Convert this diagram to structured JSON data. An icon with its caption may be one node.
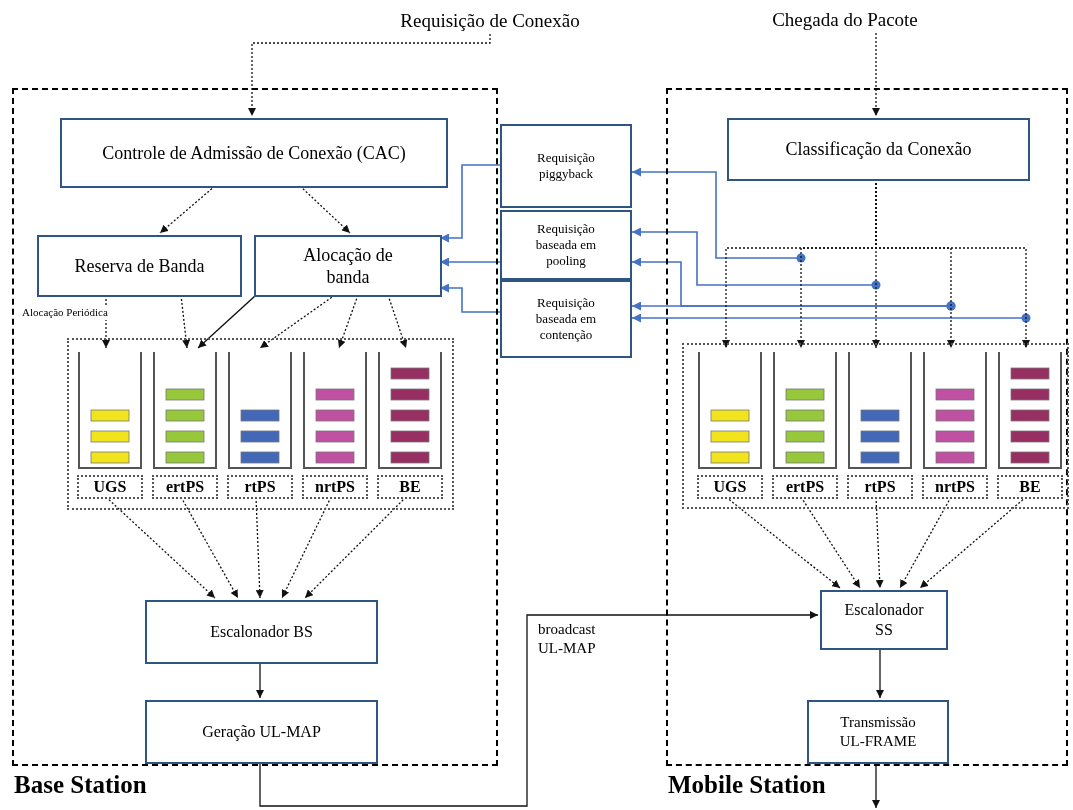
{
  "diagram": {
    "nodes": [
      {
        "text": [
          "Base Station"
        ]
      },
      {
        "text": [
          "Mobile Station"
        ]
      },
      {
        "text": [
          "Requisição de Conexão"
        ]
      },
      {
        "text": [
          "Chegada do Pacote"
        ]
      },
      {
        "text": [
          "Controle de Admissão de Conexão (CAC)"
        ],
        "in": 0
      },
      {
        "text": [
          "Reserva de Banda"
        ],
        "in": 0
      },
      {
        "text": [
          "Alocação de banda"
        ],
        "in": 0
      },
      {
        "text": [],
        "shape": "box",
        "in": 0
      },
      {
        "text": [
          "UGS"
        ],
        "in": 7
      },
      {
        "text": [
          "ertPS"
        ],
        "in": 7
      },
      {
        "text": [
          "rtPS"
        ],
        "in": 7
      },
      {
        "text": [
          "nrtPS"
        ],
        "in": 7
      },
      {
        "text": [
          "BE"
        ],
        "in": 7
      },
      {
        "text": [
          "Escalonador BS"
        ],
        "in": 0
      },
      {
        "text": [
          "Geração UL-MAP"
        ],
        "in": 0
      },
      {
        "text": [
          "Requisição piggyback"
        ]
      },
      {
        "text": [
          "Requisição baseada em pooling"
        ]
      },
      {
        "text": [
          "Requisição baseada em contenção"
        ]
      },
      {
        "text": [
          "Classificação da Conexão"
        ],
        "in": 1
      },
      {
        "text": [],
        "shape": "box",
        "in": 1
      },
      {
        "text": [
          "UGS"
        ],
        "in": 19
      },
      {
        "text": [
          "ertPS"
        ],
        "in": 19
      },
      {
        "text": [
          "rtPS"
        ],
        "in": 19
      },
      {
        "text": [
          "nrtPS"
        ],
        "in": 19
      },
      {
        "text": [
          "BE"
        ],
        "in": 19
      },
      {
        "text": [
          "Escalonador SS"
        ],
        "in": 1
      },
      {
        "text": [
          "Transmissão UL-FRAME"
        ],
        "in": 1
      }
    ],
    "edges": [
      {
        "from": 2,
        "to": 4,
        "arrow": "to",
        "style": "dashed"
      },
      {
        "from": 3,
        "to": 18,
        "arrow": "to",
        "style": "dashed"
      },
      {
        "from": 4,
        "to": 5,
        "arrow": "to",
        "style": "dashed"
      },
      {
        "from": 4,
        "to": 6,
        "arrow": "to",
        "style": "dashed"
      },
      {
        "from": 5,
        "to": 8,
        "arrow": "to",
        "style": "dashed",
        "label": "Alocação Periódica"
      },
      {
        "from": 5,
        "to": 9,
        "arrow": "to",
        "style": "dashed"
      },
      {
        "from": 6,
        "to": 9,
        "arrow": "to"
      },
      {
        "from": 6,
        "to": 10,
        "arrow": "to",
        "style": "dashed"
      },
      {
        "from": 6,
        "to": 11,
        "arrow": "to",
        "style": "dashed"
      },
      {
        "from": 6,
        "to": 12,
        "arrow": "to",
        "style": "dashed"
      },
      {
        "from": 8,
        "to": 13,
        "arrow": "to",
        "style": "dashed"
      },
      {
        "from": 9,
        "to": 13,
        "arrow": "to",
        "style": "dashed"
      },
      {
        "from": 10,
        "to": 13,
        "arrow": "to",
        "style": "dashed"
      },
      {
        "from": 11,
        "to": 13,
        "arrow": "to",
        "style": "dashed"
      },
      {
        "from": 12,
        "to": 13,
        "arrow": "to",
        "style": "dashed"
      },
      {
        "from": 13,
        "to": 14,
        "arrow": "to"
      },
      {
        "from": 14,
        "to": 25,
        "arrow": "to",
        "label": "broadcast UL-MAP"
      },
      {
        "from": 15,
        "to": 6,
        "arrow": "to",
        "color": "#4472c4"
      },
      {
        "from": 16,
        "to": 6,
        "arrow": "to",
        "color": "#4472c4"
      },
      {
        "from": 17,
        "to": 6,
        "arrow": "to",
        "color": "#4472c4"
      },
      {
        "from": null,
        "to": 15,
        "arrow": "to",
        "color": "#4472c4"
      },
      {
        "from": null,
        "to": 16,
        "arrow": "to",
        "color": "#4472c4"
      },
      {
        "from": null,
        "to": 16,
        "arrow": "to",
        "color": "#4472c4"
      },
      {
        "from": null,
        "to": 17,
        "arrow": "to",
        "color": "#4472c4"
      },
      {
        "from": null,
        "to": 17,
        "arrow": "to",
        "color": "#4472c4"
      },
      {
        "from": 18,
        "to": 20,
        "arrow": "to",
        "style": "dashed"
      },
      {
        "from": 18,
        "to": 21,
        "arrow": "to",
        "style": "dashed"
      },
      {
        "from": 18,
        "to": 22,
        "arrow": "to",
        "style": "dashed"
      },
      {
        "from": 18,
        "to": 23,
        "arrow": "to",
        "style": "dashed"
      },
      {
        "from": 18,
        "to": 24,
        "arrow": "to",
        "style": "dashed"
      },
      {
        "from": 20,
        "to": 25,
        "arrow": "to",
        "style": "dashed"
      },
      {
        "from": 21,
        "to": 25,
        "arrow": "to",
        "style": "dashed"
      },
      {
        "from": 22,
        "to": 25,
        "arrow": "to",
        "style": "dashed"
      },
      {
        "from": 23,
        "to": 25,
        "arrow": "to",
        "style": "dashed"
      },
      {
        "from": 24,
        "to": 25,
        "arrow": "to",
        "style": "dashed"
      },
      {
        "from": 25,
        "to": 26,
        "arrow": "to"
      },
      {
        "from": 26,
        "to": null,
        "arrow": "to"
      }
    ]
  }
}
